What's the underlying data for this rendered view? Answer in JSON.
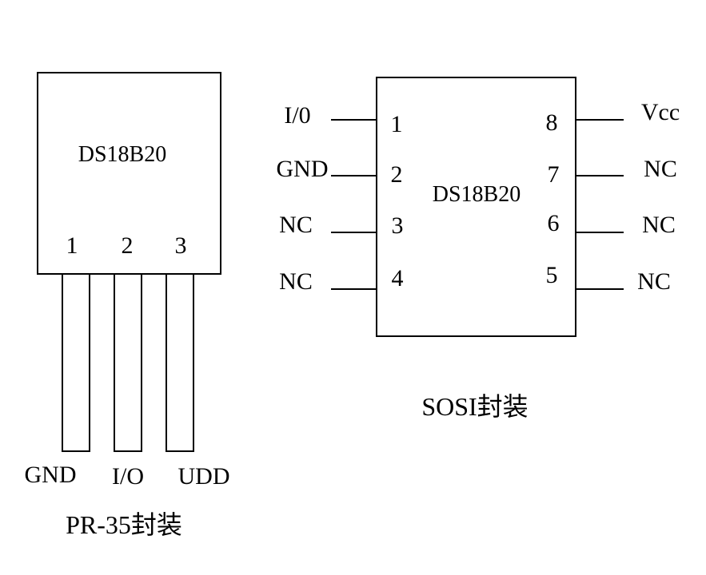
{
  "to92": {
    "chip_label": "DS18B20",
    "pin_numbers": [
      "1",
      "2",
      "3"
    ],
    "leg_labels": [
      "GND",
      "I/O",
      "UDD"
    ],
    "caption": "PR-35封装"
  },
  "soic": {
    "chip_label": "DS18B20",
    "left_pins": [
      {
        "num": "1",
        "name": "I/0"
      },
      {
        "num": "2",
        "name": "GND"
      },
      {
        "num": "3",
        "name": "NC"
      },
      {
        "num": "4",
        "name": "NC"
      }
    ],
    "right_pins": [
      {
        "num": "8",
        "name": "Vcc"
      },
      {
        "num": "7",
        "name": "NC"
      },
      {
        "num": "6",
        "name": "NC"
      },
      {
        "num": "5",
        "name": "NC"
      }
    ],
    "caption": "SOSI封装"
  }
}
